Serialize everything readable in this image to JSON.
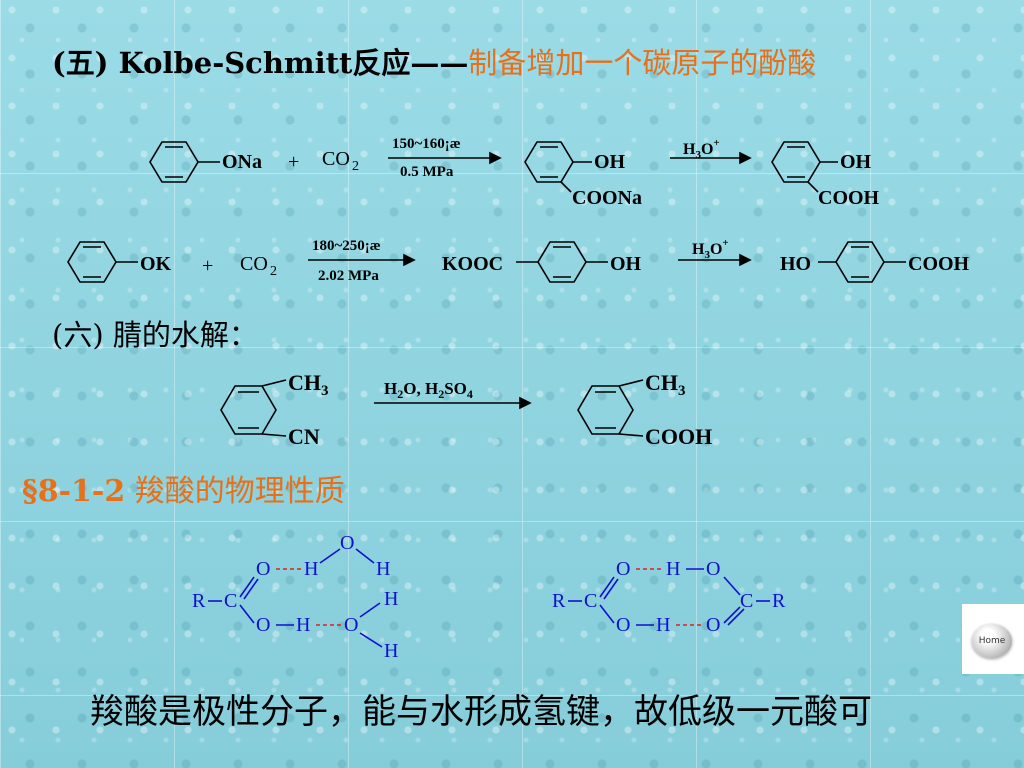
{
  "headings": {
    "h5_prefix": "(五) Kolbe-Schmitt反应——",
    "h5_suffix": "制备增加一个碳原子的酚酸",
    "h6": "(六) 腈的水解：",
    "sec_num": "§8-1-2",
    "sec_title": " 羧酸的物理性质"
  },
  "reaction1": {
    "reactant": "ONa",
    "plus": "+",
    "co2": "CO",
    "co2_sub": "2",
    "cond_top": "150~160¡æ",
    "cond_bottom": "0.5 MPa",
    "prod_oh": "OH",
    "prod_sub": "COONa",
    "reagent": "H",
    "reagent_sub": "3",
    "reagent_o": "O",
    "reagent_sup": "+",
    "final_oh": "OH",
    "final_sub": "COOH"
  },
  "reaction2": {
    "reactant": "OK",
    "plus": "+",
    "co2": "CO",
    "co2_sub": "2",
    "cond_top": "180~250¡æ",
    "cond_bottom": "2.02 MPa",
    "prod_left": "KOOC",
    "prod_right": "OH",
    "reagent": "H",
    "reagent_sub": "3",
    "reagent_o": "O",
    "reagent_sup": "+",
    "final_left": "HO",
    "final_right": "COOH"
  },
  "reaction3": {
    "ch3": "CH",
    "ch3_sub": "3",
    "cn": "CN",
    "cond_a": "H",
    "cond_a_sub": "2",
    "cond_b": "O, H",
    "cond_b_sub": "2",
    "cond_c": "SO",
    "cond_c_sub": "4",
    "prod_ch3": "CH",
    "prod_ch3_sub": "3",
    "prod_cooh": "COOH"
  },
  "hbond": {
    "R": "R",
    "C": "C",
    "O": "O",
    "H": "H"
  },
  "bottom_text": "羧酸是极性分子，能与水形成氢键，故低级一元酸可",
  "home_label": "Home",
  "colors": {
    "accent": "#e8701a",
    "bond_blue": "#1010d0",
    "hbond_red": "#e02020"
  }
}
